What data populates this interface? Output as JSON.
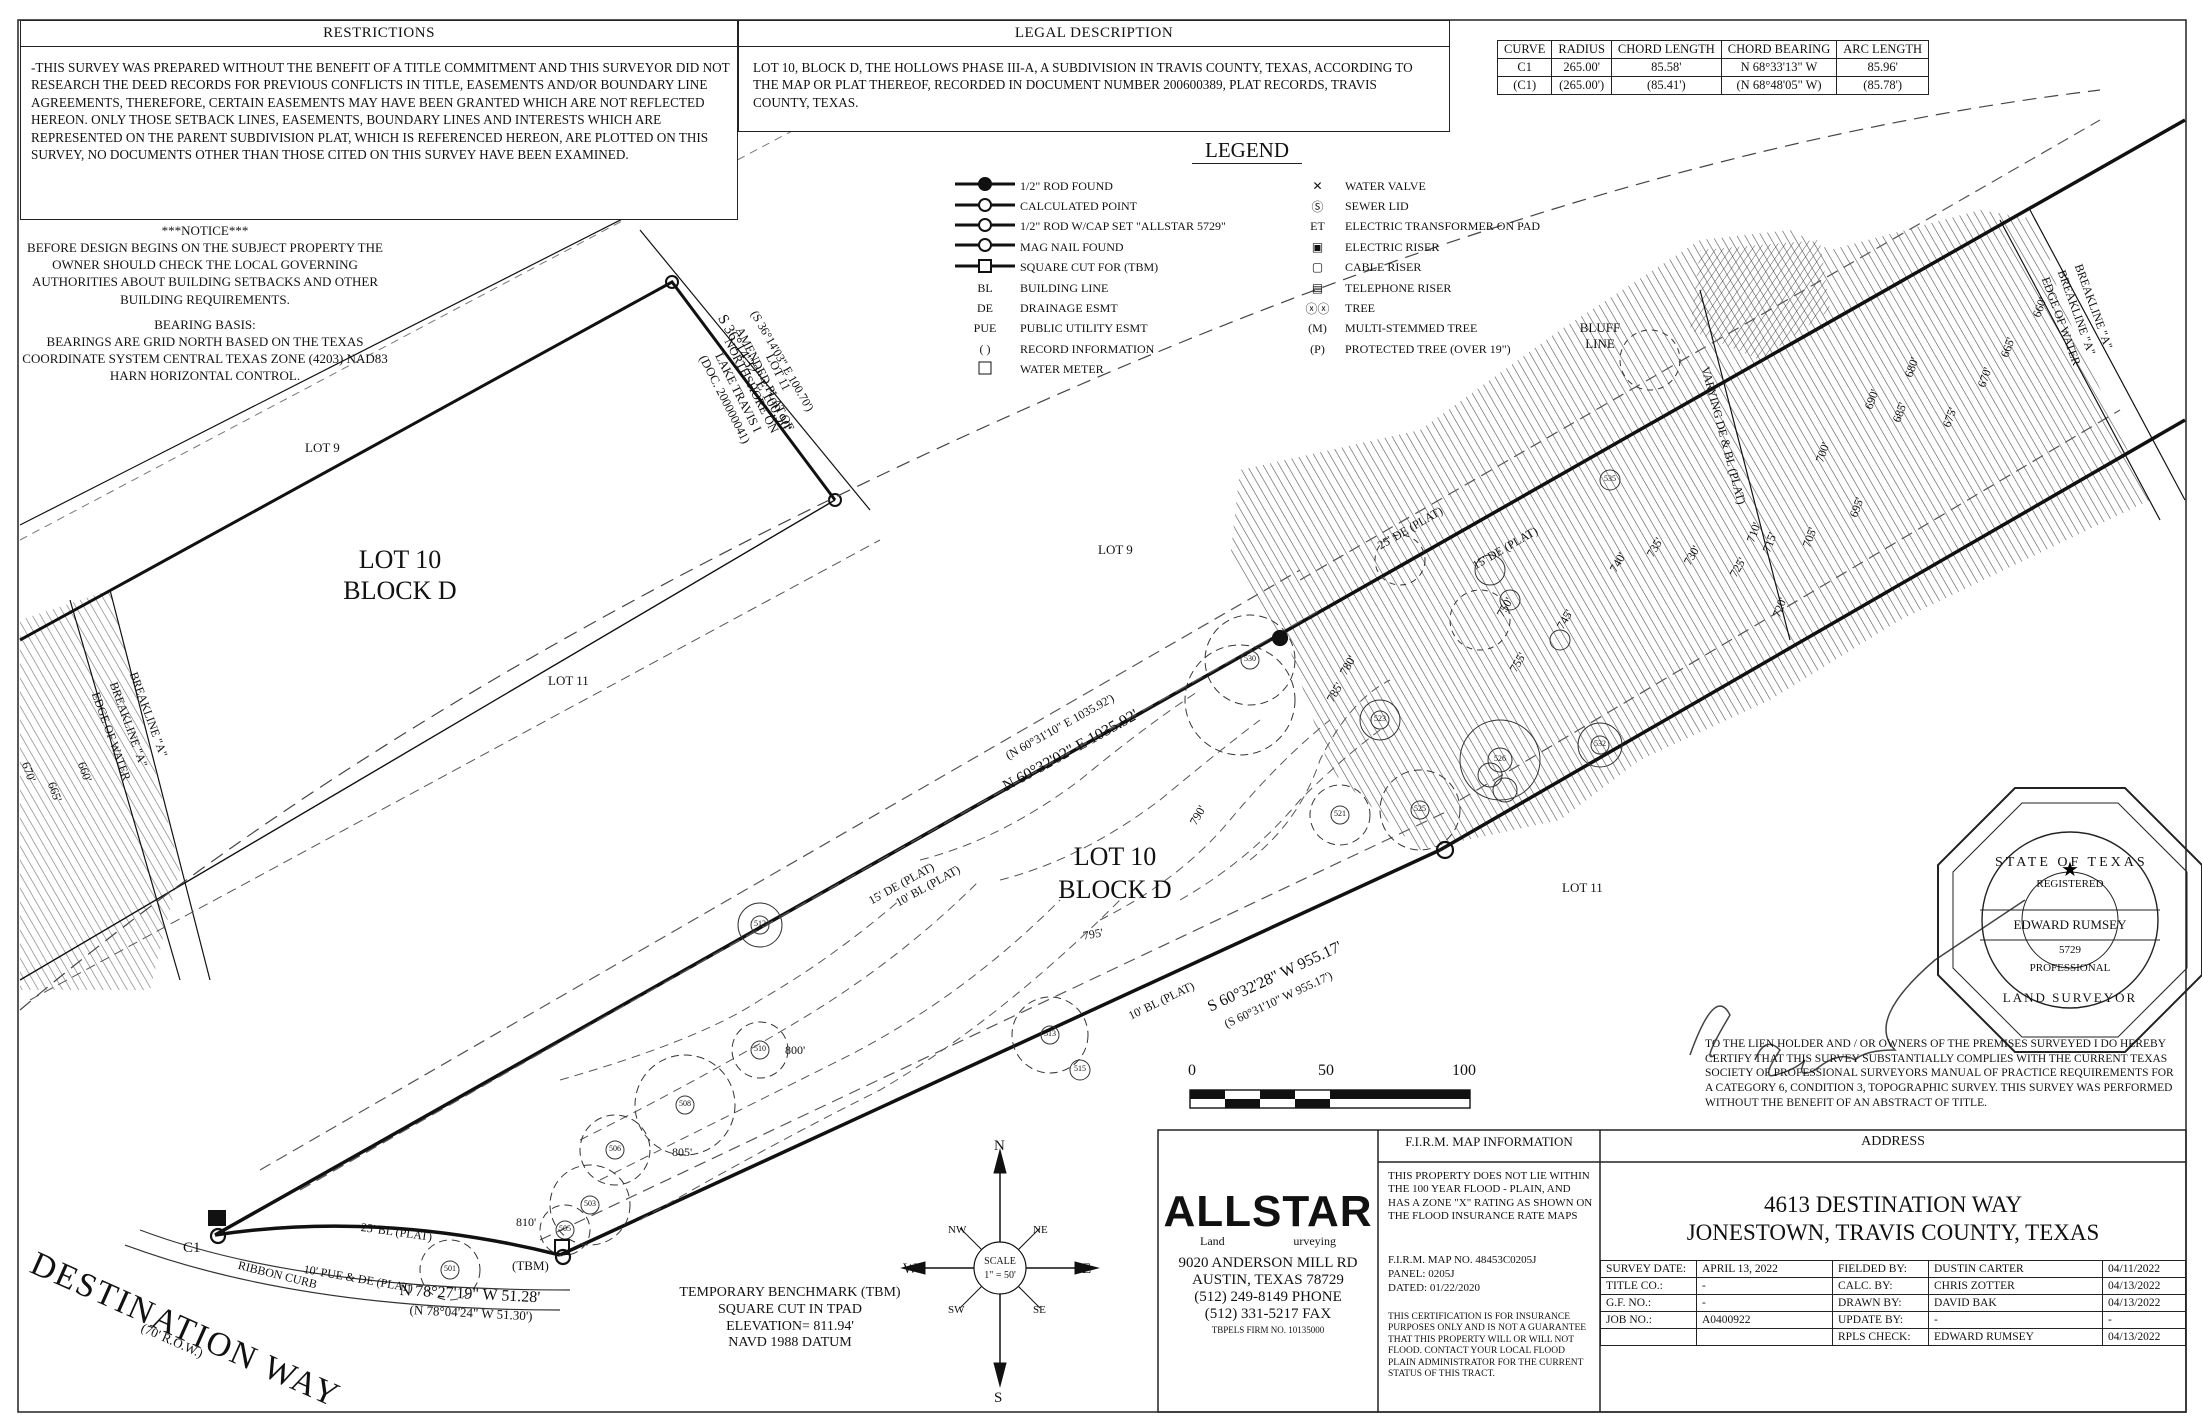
{
  "restrictions": {
    "title": "RESTRICTIONS",
    "body": "-THIS SURVEY WAS PREPARED WITHOUT THE BENEFIT OF A TITLE COMMITMENT AND THIS SURVEYOR DID NOT RESEARCH THE DEED RECORDS FOR PREVIOUS CONFLICTS IN TITLE, EASEMENTS AND/OR BOUNDARY LINE AGREEMENTS, THEREFORE, CERTAIN EASEMENTS MAY HAVE BEEN GRANTED WHICH ARE NOT REFLECTED HEREON.  ONLY THOSE SETBACK LINES, EASEMENTS, BOUNDARY LINES AND INTERESTS WHICH ARE REPRESENTED ON THE PARENT SUBDIVISION PLAT, WHICH IS REFERENCED HEREON, ARE PLOTTED ON THIS SURVEY, NO DOCUMENTS OTHER THAN THOSE CITED ON THIS SURVEY HAVE BEEN EXAMINED."
  },
  "legal": {
    "title": "LEGAL DESCRIPTION",
    "body": "LOT 10, BLOCK D, THE HOLLOWS PHASE III-A, A SUBDIVISION IN TRAVIS COUNTY, TEXAS, ACCORDING TO THE MAP OR PLAT THEREOF, RECORDED IN DOCUMENT NUMBER 200600389, PLAT RECORDS, TRAVIS COUNTY, TEXAS."
  },
  "curve_table": {
    "headers": [
      "CURVE",
      "RADIUS",
      "CHORD LENGTH",
      "CHORD BEARING",
      "ARC LENGTH"
    ],
    "rows": [
      [
        "C1",
        "265.00'",
        "85.58'",
        "N 68°33'13\" W",
        "85.96'"
      ],
      [
        "(C1)",
        "(265.00')",
        "(85.41')",
        "(N 68°48'05\" W)",
        "(85.78')"
      ]
    ]
  },
  "legend": {
    "title": "LEGEND",
    "left": [
      {
        "sym": "",
        "label": "1/2\" ROD FOUND"
      },
      {
        "sym": "",
        "label": "CALCULATED POINT"
      },
      {
        "sym": "",
        "label": "1/2\" ROD W/CAP SET \"ALLSTAR 5729\""
      },
      {
        "sym": "",
        "label": "MAG NAIL FOUND"
      },
      {
        "sym": "",
        "label": "SQUARE CUT FOR (TBM)"
      },
      {
        "sym": "BL",
        "label": "BUILDING LINE"
      },
      {
        "sym": "DE",
        "label": "DRAINAGE ESMT"
      },
      {
        "sym": "PUE",
        "label": "PUBLIC UTILITY ESMT"
      },
      {
        "sym": "( )",
        "label": "RECORD INFORMATION"
      },
      {
        "sym": "",
        "label": "WATER METER"
      }
    ],
    "right": [
      {
        "sym": "✕",
        "label": "WATER VALVE"
      },
      {
        "sym": "Ⓢ",
        "label": "SEWER LID"
      },
      {
        "sym": "ET",
        "label": "ELECTRIC TRANSFORMER ON PAD"
      },
      {
        "sym": "▣",
        "label": "ELECTRIC RISER"
      },
      {
        "sym": "▢",
        "label": "CABLE RISER"
      },
      {
        "sym": "▤",
        "label": "TELEPHONE RISER"
      },
      {
        "sym": "ⓧⓧ",
        "label": "TREE"
      },
      {
        "sym": "(M)",
        "label": "MULTI-STEMMED TREE"
      },
      {
        "sym": "(P)",
        "label": "PROTECTED TREE (OVER 19\")"
      }
    ]
  },
  "notice": {
    "title": "***NOTICE***",
    "body": "BEFORE DESIGN BEGINS ON THE SUBJECT PROPERTY THE OWNER SHOULD CHECK THE LOCAL GOVERNING AUTHORITIES  ABOUT BUILDING SETBACKS AND OTHER BUILDING REQUIREMENTS.",
    "bearing_title": "BEARING BASIS:",
    "bearing_body": "BEARINGS ARE GRID NORTH BASED ON THE TEXAS COORDINATE SYSTEM CENTRAL TEXAS ZONE (4203) NAD83 HARN HORIZONTAL CONTROL."
  },
  "inset": {
    "lot9": "LOT 9",
    "lot10": "LOT 10",
    "block": "BLOCK D",
    "lot11": "LOT 11",
    "lot11_amended_l1": "LOT 11",
    "lot11_amended_l2": "AMENDED PLAT OF",
    "lot11_amended_l3": "NORTHSHORE ON",
    "lot11_amended_l4": "LAKE TRAVIS I",
    "lot11_amended_l5": "(DOC. 200000041)",
    "bearing_rec": "(S 36°14'03\" E  100.70')",
    "bearing": "S 36°14'32\" E  100.90'",
    "breakline1": "BREAKLINE \"A\"",
    "breakline2": "BREAKLINE \"A\"",
    "edge": "EDGE OF WATER",
    "c660": "660'",
    "c665": "665'",
    "c670": "670'"
  },
  "plan": {
    "lot9": "LOT 9",
    "lot10": "LOT 10",
    "block": "BLOCK D",
    "lot11": "LOT 11",
    "north_rec": "(N 60°31'10\" E  1035.92')",
    "north": "N 60°32'02\" E  1035.92'",
    "south": "S 60°32'28\" W  955.17'",
    "south_rec": "(S 60°31'10\" W  955.17')",
    "de15": "15' DE (PLAT)",
    "bl10": "10' BL (PLAT)",
    "bl10b": "10' BL (PLAT)",
    "de15b": "15' DE (PLAT)",
    "de25": "25' DE (PLAT)",
    "bl25": "25' BL (PLAT)",
    "pue10": "10' PUE & DE (PLAT)",
    "varying": "VARYING DE & BL (PLAT)",
    "bluff": "BLUFF LINE",
    "c795": "795'",
    "c790": "790'",
    "c800": "800'",
    "c805": "805'",
    "c810": "810'",
    "c785": "785'",
    "c780": "780'",
    "c755": "755'",
    "c750": "750'",
    "c745": "745'",
    "c740": "740'",
    "c735": "735'",
    "c730": "730'",
    "c725": "725'",
    "c720": "720'",
    "c715": "715'",
    "c710": "710'",
    "c705": "705'",
    "c700": "700'",
    "c695": "695'",
    "c690": "690'",
    "c685": "685'",
    "c680": "680'",
    "c675": "675'",
    "c670": "670'",
    "c665": "665'",
    "c660": "660'",
    "breakline_r1": "BREAKLINE \"A\"",
    "breakline_r2": "BREAKLINE \"A\"",
    "edge_r": "EDGE OF WATER",
    "c1": "C1",
    "ribbon": "RIBBON CURB",
    "street": "DESTINATION WAY",
    "row": "(70' R.O.W.)",
    "tbm": "(TBM)",
    "front": "N 78°27'19\" W  51.28'",
    "front_rec": "(N 78°04'24\" W  51.30')",
    "tree_labels": [
      "510",
      "508",
      "506",
      "503",
      "501",
      "505",
      "512",
      "513",
      "515",
      "521",
      "523",
      "525",
      "526",
      "530",
      "532",
      "535"
    ]
  },
  "tbm_note": {
    "l1": "TEMPORARY BENCHMARK (TBM)",
    "l2": "SQUARE CUT IN TPAD",
    "l3": "ELEVATION= 811.94'",
    "l4": "NAVD 1988 DATUM"
  },
  "scale_bar": {
    "t0": "0",
    "t50": "50",
    "t100": "100"
  },
  "compass": {
    "n": "N",
    "s": "S",
    "e": "E",
    "w": "W",
    "ne": "NE",
    "nw": "NW",
    "se": "SE",
    "sw": "SW",
    "scale": "SCALE",
    "ratio": "1\" = 50'"
  },
  "seal": {
    "top": "STATE OF TEXAS",
    "registered": "REGISTERED",
    "name": "EDWARD RUMSEY",
    "number": "5729",
    "professional": "PROFESSIONAL",
    "bottom": "LAND SURVEYOR"
  },
  "certification": "TO THE LIEN HOLDER AND / OR OWNERS OF THE PREMISES SURVEYED I DO HEREBY CERTIFY THAT THIS SURVEY SUBSTANTIALLY COMPLIES WITH THE CURRENT TEXAS SOCIETY OF PROFESSIONAL SURVEYORS MANUAL OF PRACTICE REQUIREMENTS FOR A CATEGORY 6, CONDITION 3, TOPOGRAPHIC SURVEY. THIS SURVEY WAS PERFORMED WITHOUT THE BENEFIT OF AN ABSTRACT OF TITLE.",
  "company": {
    "logo": "ALLSTAR",
    "land": "Land",
    "surveying": "urveying",
    "address1": "9020 ANDERSON MILL RD",
    "address2": "AUSTIN, TEXAS 78729",
    "phone": "(512) 249-8149 PHONE",
    "fax": "(512) 331-5217 FAX",
    "firm": "TBPELS FIRM NO. 10135000"
  },
  "firm": {
    "title": "F.I.R.M. MAP INFORMATION",
    "body": "THIS PROPERTY DOES NOT LIE WITHIN THE 100 YEAR FLOOD - PLAIN, AND HAS A ZONE  \"X\" RATING AS SHOWN ON THE FLOOD INSURANCE RATE MAPS",
    "map_no": "F.I.R.M. MAP NO.   48453C0205J",
    "panel": "PANEL:  0205J",
    "dated": "DATED:  01/22/2020",
    "disclaimer": "THIS CERTIFICATION IS FOR INSURANCE PURPOSES ONLY AND IS NOT A GUARANTEE THAT THIS PROPERTY WILL OR WILL NOT FLOOD. CONTACT YOUR LOCAL FLOOD PLAIN ADMINISTRATOR FOR THE CURRENT STATUS OF THIS TRACT."
  },
  "address": {
    "title": "ADDRESS",
    "line1": "4613 DESTINATION WAY",
    "line2": "JONESTOWN, TRAVIS COUNTY, TEXAS"
  },
  "title_block": {
    "rows": [
      [
        "SURVEY DATE:",
        "APRIL 13, 2022",
        "FIELDED BY:",
        "DUSTIN CARTER",
        "04/11/2022"
      ],
      [
        "TITLE CO.:",
        "-",
        "CALC. BY:",
        "CHRIS ZOTTER",
        "04/13/2022"
      ],
      [
        "G.F. NO.:",
        "-",
        "DRAWN BY:",
        "DAVID BAK",
        "04/13/2022"
      ],
      [
        "JOB NO.:",
        "A0400922",
        "UPDATE BY:",
        "-",
        "-"
      ],
      [
        "",
        "",
        "RPLS CHECK:",
        "EDWARD RUMSEY",
        "04/13/2022"
      ]
    ]
  }
}
